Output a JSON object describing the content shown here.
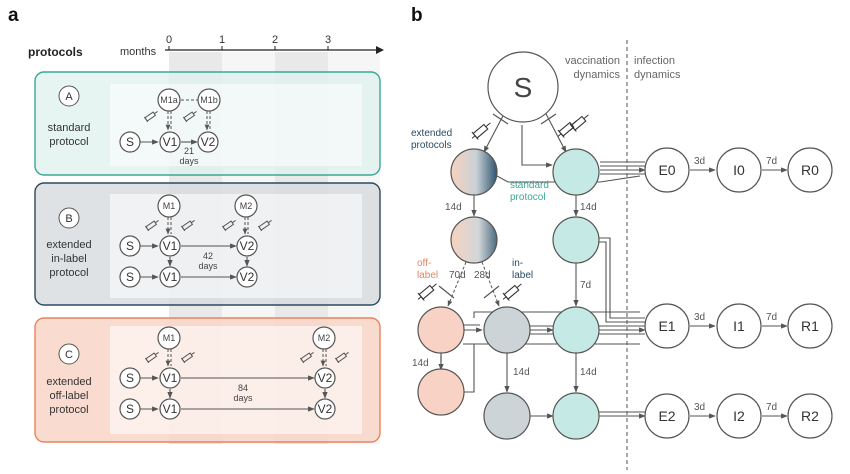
{
  "panel_a": {
    "letter": "a",
    "header": {
      "protocols": "protocols",
      "months": "months",
      "ticks": [
        "0",
        "1",
        "2",
        "3"
      ]
    },
    "protocol_a": {
      "badge": "A",
      "label_line1": "standard",
      "label_line2": "protocol",
      "nodes": {
        "m1a": "M1a",
        "m1b": "M1b",
        "s": "S",
        "v1": "V1",
        "v2": "V2"
      },
      "interval_value": "21",
      "interval_unit": "days"
    },
    "protocol_b": {
      "badge": "B",
      "label_line1": "extended",
      "label_line2": "in-label",
      "label_line3": "protocol",
      "nodes": {
        "m1": "M1",
        "m2": "M2",
        "s": "S",
        "v1": "V1",
        "v2": "V2"
      },
      "interval_value": "42",
      "interval_unit": "days"
    },
    "protocol_c": {
      "badge": "C",
      "label_line1": "extended",
      "label_line2": "off-label",
      "label_line3": "protocol",
      "nodes": {
        "m1": "M1",
        "m2": "M2",
        "s": "S",
        "v1": "V1",
        "v2": "V2"
      },
      "interval_value": "84",
      "interval_unit": "days"
    },
    "colors": {
      "standard": "#3aa896",
      "in_label": "#2b4a60",
      "off_label": "#e8845f"
    }
  },
  "panel_b": {
    "letter": "b",
    "headers": {
      "vacc_1": "vaccination",
      "vacc_2": "dynamics",
      "inf_1": "infection",
      "inf_2": "dynamics"
    },
    "s_node": "S",
    "labels": {
      "extended_1": "extended",
      "extended_2": "protocols",
      "standard_1": "standard",
      "standard_2": "protocol",
      "off_1": "off-",
      "off_2": "label",
      "in_1": "in-",
      "in_2": "label"
    },
    "durations": {
      "d14": "14d",
      "d70": "70d",
      "d28": "28d",
      "d7": "7d",
      "d3": "3d"
    },
    "infection_nodes": {
      "e0": "E0",
      "i0": "I0",
      "r0": "R0",
      "e1": "E1",
      "i1": "I1",
      "r1": "R1",
      "e2": "E2",
      "i2": "I2",
      "r2": "R2"
    },
    "colors": {
      "teal_fill": "#c5e9e4",
      "gray_fill": "#cdd4d8",
      "pink_fill": "#f8d2c4",
      "navy": "#2b4a60"
    }
  }
}
